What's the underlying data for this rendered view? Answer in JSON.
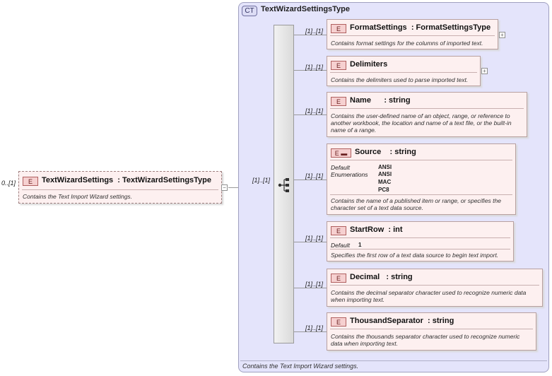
{
  "root": {
    "cardinality": "0..[1]",
    "badge": "E",
    "name": "TextWizardSettings",
    "type": ": TextWizardSettingsType",
    "description": "Contains the Text Import Wizard settings."
  },
  "complex_type": {
    "badge": "CT",
    "name": "TextWizardSettingsType",
    "description": "Contains the Text Import Wizard settings.",
    "sequence_cardinality": "[1]..[1]"
  },
  "elements": [
    {
      "cardinality": "[1]..[1]",
      "badge": "E",
      "name": "FormatSettings",
      "type": ": FormatSettingsType",
      "description": [
        "Contains format settings for the columns of imported text."
      ]
    },
    {
      "cardinality": "[1]..[1]",
      "badge": "E",
      "name": "Delimiters",
      "type": "",
      "description": [
        "Contains the delimiters used to parse imported text."
      ]
    },
    {
      "cardinality": "[1]..[1]",
      "badge": "E",
      "name": "Name",
      "type": ": string",
      "description": [
        "Contains the user-defined name of an object, range, or reference to",
        "another workbook, the location and name of a text file, or the built-in",
        "name of a range."
      ]
    },
    {
      "cardinality": "[1]..[1]",
      "badge": "E",
      "name": "Source",
      "type": ": string",
      "default_label": "Default",
      "enum_label": "Enumerations",
      "enumerations": [
        "ANSI",
        "ANSI",
        "MAC",
        "PC8"
      ],
      "description": [
        "Contains the name of a published item or range, or specifies the",
        "character set of a text data source."
      ]
    },
    {
      "cardinality": "[1]..[1]",
      "badge": "E",
      "name": "StartRow",
      "type": ": int",
      "default_label": "Default",
      "default_value": "1",
      "description": [
        "Specifies the first row of a text data source to begin text import."
      ]
    },
    {
      "cardinality": "[1]..[1]",
      "badge": "E",
      "name": "Decimal",
      "type": ": string",
      "description": [
        "Contains the decimal separator character used to recognize numeric data",
        "when importing text."
      ]
    },
    {
      "cardinality": "[1]..[1]",
      "badge": "E",
      "name": "ThousandSeparator",
      "type": ": string",
      "description": [
        "Contains the thousands separator character used to recognize numeric",
        "data when importing text."
      ]
    }
  ],
  "icons": {
    "expand": "plus",
    "collapse": "minus",
    "sequence": "sequence-icon",
    "enum_badge": "enumeration-icon"
  }
}
